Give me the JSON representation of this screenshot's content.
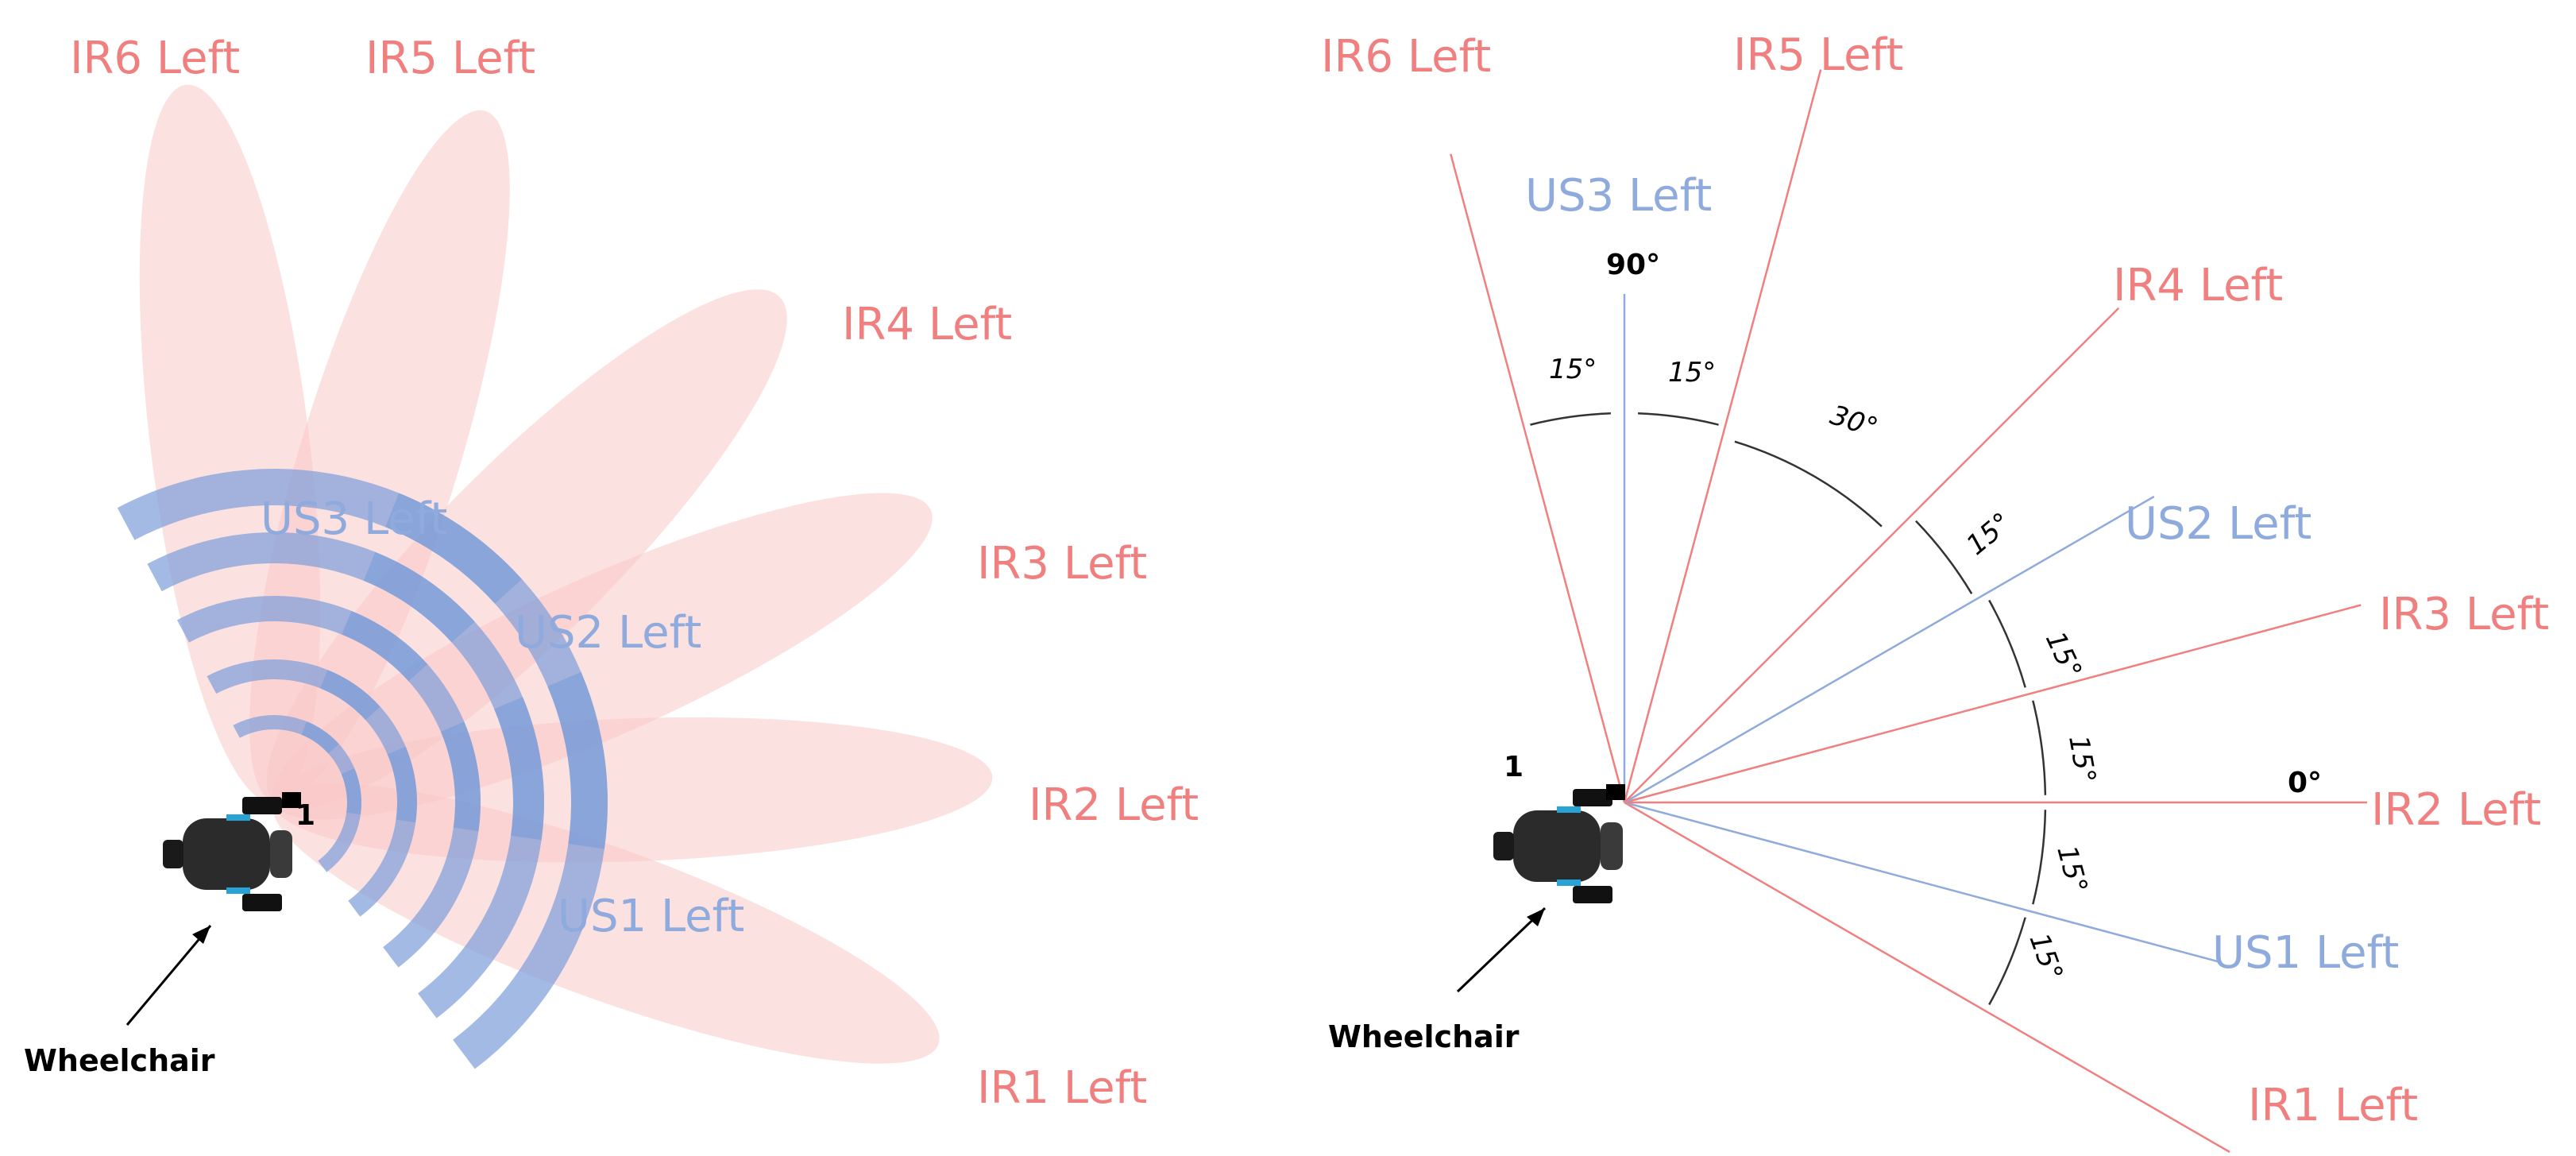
{
  "colors": {
    "ir": "#f08080",
    "ir_fill": "#f9c8c8",
    "us": "#7f9fda",
    "us_line": "#8faadc",
    "arc": "#333333"
  },
  "left_panel": {
    "ir_labels": {
      "ir1": "IR1 Left",
      "ir2": "IR2 Left",
      "ir3": "IR3 Left",
      "ir4": "IR4 Left",
      "ir5": "IR5 Left",
      "ir6": "IR6 Left"
    },
    "us_labels": {
      "us1": "US1 Left",
      "us2": "US2 Left",
      "us3": "US3 Left"
    },
    "sensor_number": "1",
    "wheelchair_label": "Wheelchair"
  },
  "right_panel": {
    "ir_labels": {
      "ir1": "IR1 Left",
      "ir2": "IR2 Left",
      "ir3": "IR3 Left",
      "ir4": "IR4 Left",
      "ir5": "IR5 Left",
      "ir6": "IR6 Left"
    },
    "us_labels": {
      "us1": "US1 Left",
      "us2": "US2 Left",
      "us3": "US3 Left"
    },
    "sensor_number": "1",
    "wheelchair_label": "Wheelchair",
    "axis_labels": {
      "zero": "0°",
      "ninety": "90°"
    },
    "angle_labels": {
      "a15_a": "15°",
      "a15_b": "15°",
      "a30": "30°",
      "a15_c": "15°",
      "a15_d": "15°",
      "a15_e": "15°",
      "a15_f": "15°",
      "a15_g": "15°"
    },
    "sensor_angles_deg": {
      "ir1": -30,
      "us1": -15,
      "ir2": 0,
      "ir3": 15,
      "us2": 30,
      "ir4": 45,
      "ir5": 75,
      "us3": 90,
      "ir6": 105
    }
  }
}
